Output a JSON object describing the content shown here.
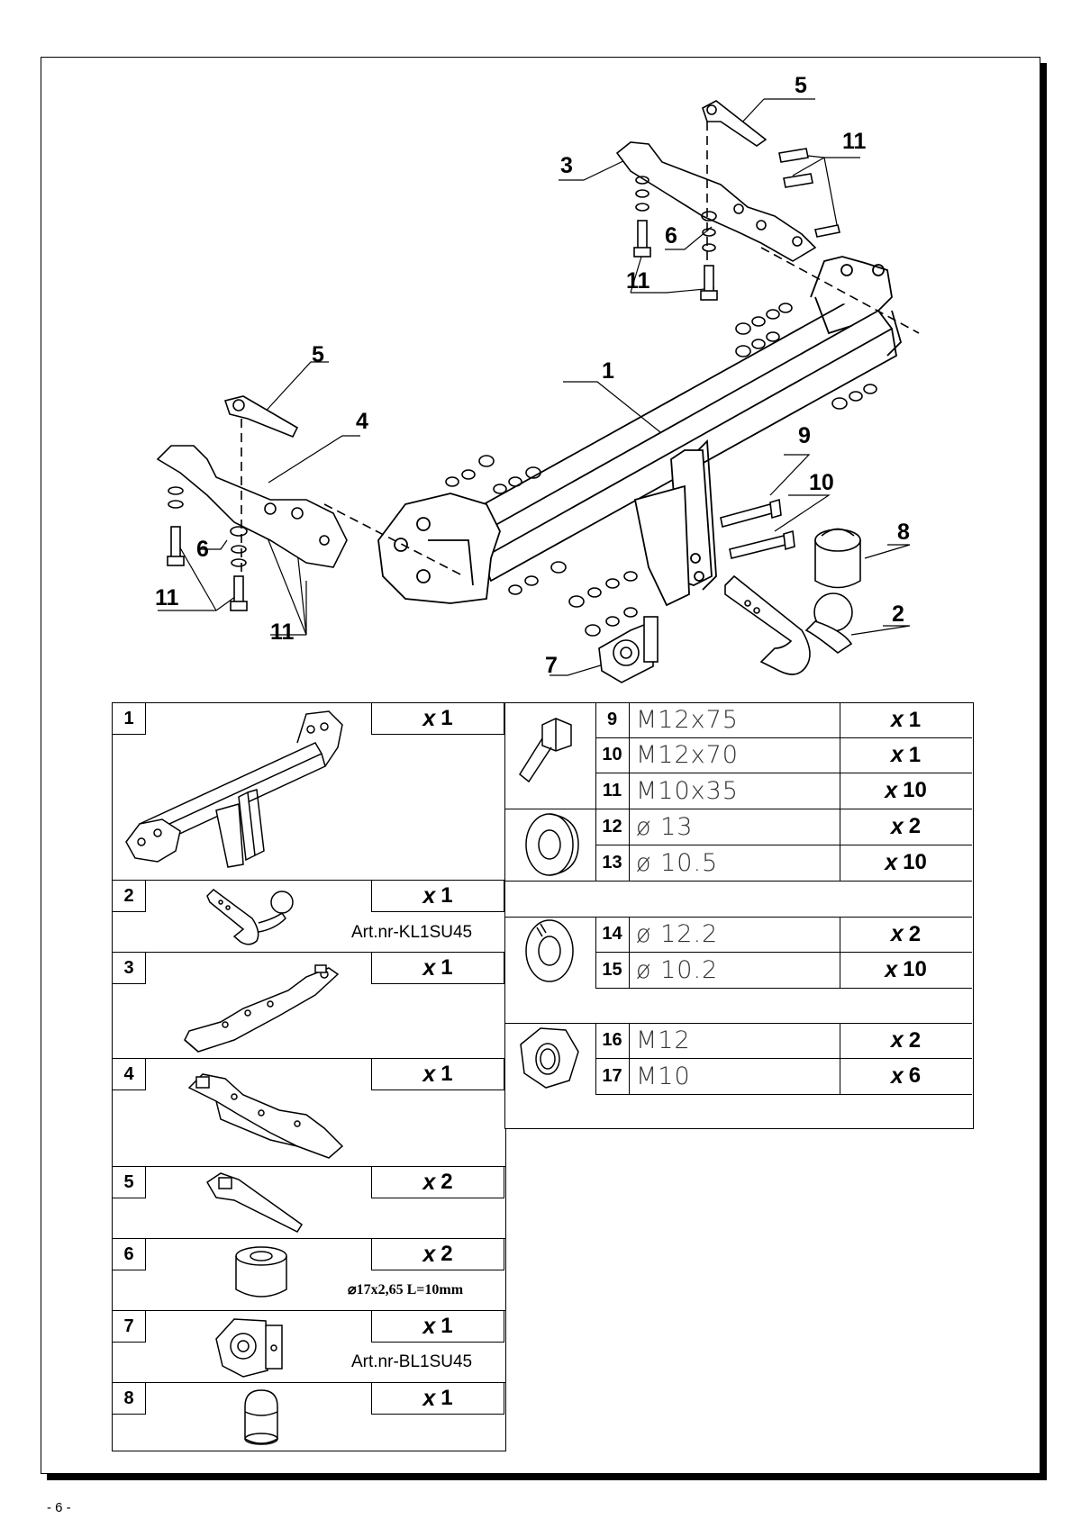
{
  "callouts": {
    "c1": "1",
    "c2": "2",
    "c3": "3",
    "c4": "4",
    "c5a": "5",
    "c5b": "5",
    "c6a": "6",
    "c6b": "6",
    "c7": "7",
    "c8": "8",
    "c9": "9",
    "c10": "10",
    "c11a": "11",
    "c11b": "11",
    "c11c": "11",
    "c11d": "11"
  },
  "parts": [
    {
      "num": "1",
      "qty_prefix": "x",
      "qty": "1",
      "note": "",
      "icon": "towbar-crossbeam-icon"
    },
    {
      "num": "2",
      "qty_prefix": "x",
      "qty": "1",
      "note": "Art.nr-KL1SU45",
      "icon": "tow-ball-neck-icon"
    },
    {
      "num": "3",
      "qty_prefix": "x",
      "qty": "1",
      "note": "",
      "icon": "right-bracket-icon"
    },
    {
      "num": "4",
      "qty_prefix": "x",
      "qty": "1",
      "note": "",
      "icon": "left-bracket-icon"
    },
    {
      "num": "5",
      "qty_prefix": "x",
      "qty": "2",
      "note": "",
      "icon": "captive-nut-plate-icon"
    },
    {
      "num": "6",
      "qty_prefix": "x",
      "qty": "2",
      "note": "⌀17x2,65 L=10mm",
      "icon": "spacer-sleeve-icon"
    },
    {
      "num": "7",
      "qty_prefix": "x",
      "qty": "1",
      "note": "Art.nr-BL1SU45",
      "icon": "socket-plate-icon"
    },
    {
      "num": "8",
      "qty_prefix": "x",
      "qty": "1",
      "note": "",
      "icon": "ball-cover-icon"
    }
  ],
  "hardware": [
    {
      "num": "9",
      "size": "M12x75",
      "qty_prefix": "x",
      "qty": "1"
    },
    {
      "num": "10",
      "size": "M12x70",
      "qty_prefix": "x",
      "qty": "1"
    },
    {
      "num": "11",
      "size": "M10x35",
      "qty_prefix": "x",
      "qty": "10"
    },
    {
      "num": "12",
      "size": "ø 13",
      "qty_prefix": "x",
      "qty": "2"
    },
    {
      "num": "13",
      "size": "ø 10.5",
      "qty_prefix": "x",
      "qty": "10"
    },
    {
      "num": "14",
      "size": "ø 12.2",
      "qty_prefix": "x",
      "qty": "2"
    },
    {
      "num": "15",
      "size": "ø 10.2",
      "qty_prefix": "x",
      "qty": "10"
    },
    {
      "num": "16",
      "size": "M12",
      "qty_prefix": "x",
      "qty": "2"
    },
    {
      "num": "17",
      "size": "M10",
      "qty_prefix": "x",
      "qty": "6"
    }
  ],
  "hardware_icons": [
    "bolt-icon",
    "flat-washer-icon",
    "spring-washer-icon",
    "hex-nut-icon"
  ],
  "page_number": "- 6 -"
}
